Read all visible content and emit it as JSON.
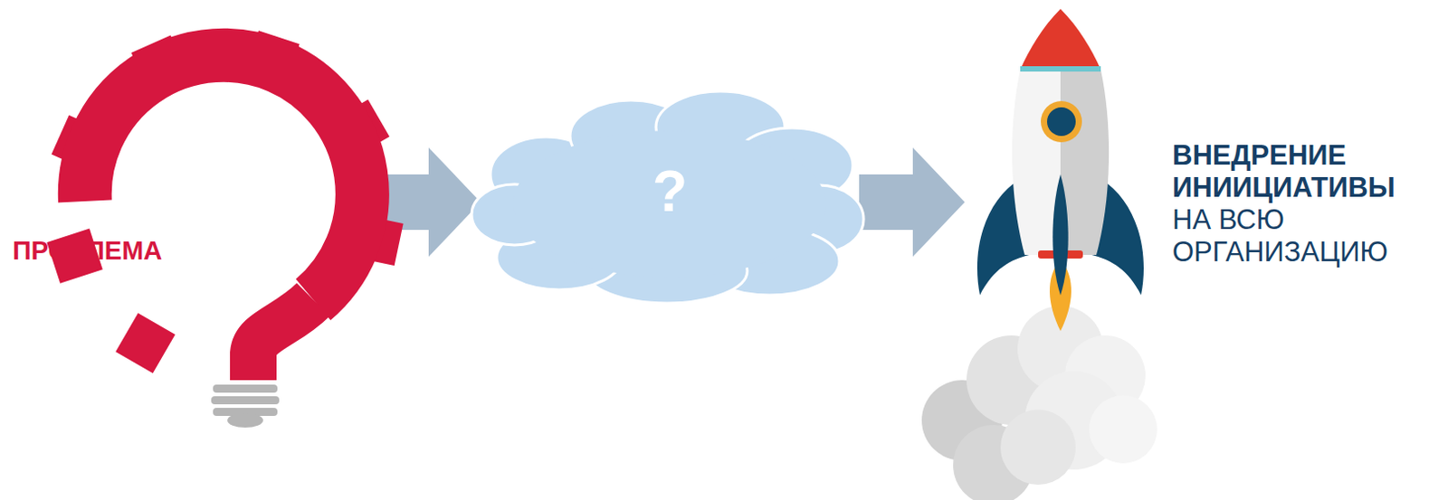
{
  "diagram": {
    "nodes": [
      {
        "text": [
          "ПРОБЛЕМА"
        ]
      },
      {
        "text": [
          "?"
        ]
      },
      {
        "text": [
          "ВНЕДРЕНИЕ ИНИИЦИАТИВЫ",
          "НА ВСЮ ОРГАНИЗАЦИЮ"
        ]
      }
    ],
    "edges": [
      {
        "from": 0,
        "to": 1,
        "arrow": "to"
      },
      {
        "from": 1,
        "to": 2,
        "arrow": "to"
      }
    ]
  }
}
